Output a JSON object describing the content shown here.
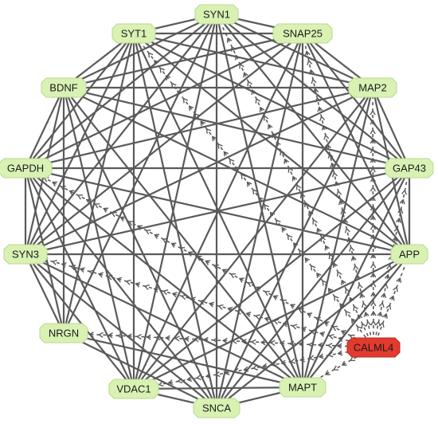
{
  "network": {
    "colors": {
      "background": "#ffffff",
      "node_fill": "#d9f2b4",
      "node_stroke": "#b7d98e",
      "highlight_fill": "#e23b2d",
      "highlight_stroke": "#b82a20",
      "edge": "#5a5a5a",
      "label": "#1a1a1a"
    },
    "nodes": [
      {
        "id": "syn1",
        "label": "SYN1"
      },
      {
        "id": "syt1",
        "label": "SYT1"
      },
      {
        "id": "snap25",
        "label": "SNAP25"
      },
      {
        "id": "bdnf",
        "label": "BDNF"
      },
      {
        "id": "map2",
        "label": "MAP2"
      },
      {
        "id": "gapdh",
        "label": "GAPDH"
      },
      {
        "id": "gap43",
        "label": "GAP43"
      },
      {
        "id": "syn3",
        "label": "SYN3"
      },
      {
        "id": "app",
        "label": "APP"
      },
      {
        "id": "nrgn",
        "label": "NRGN"
      },
      {
        "id": "calml4",
        "label": "CALML4",
        "highlight": true
      },
      {
        "id": "vdac1",
        "label": "VDAC1"
      },
      {
        "id": "mapt",
        "label": "MAPT"
      },
      {
        "id": "snca",
        "label": "SNCA"
      }
    ],
    "solid_edges": [
      [
        "syn1",
        "syt1"
      ],
      [
        "syn1",
        "snap25"
      ],
      [
        "syn1",
        "bdnf"
      ],
      [
        "syn1",
        "map2"
      ],
      [
        "syn1",
        "gapdh"
      ],
      [
        "syn1",
        "gap43"
      ],
      [
        "syn1",
        "syn3"
      ],
      [
        "syn1",
        "app"
      ],
      [
        "syn1",
        "nrgn"
      ],
      [
        "syn1",
        "vdac1"
      ],
      [
        "syn1",
        "mapt"
      ],
      [
        "syn1",
        "snca"
      ],
      [
        "syt1",
        "snap25"
      ],
      [
        "syt1",
        "bdnf"
      ],
      [
        "syt1",
        "map2"
      ],
      [
        "syt1",
        "gapdh"
      ],
      [
        "syt1",
        "gap43"
      ],
      [
        "syt1",
        "syn3"
      ],
      [
        "syt1",
        "app"
      ],
      [
        "syt1",
        "nrgn"
      ],
      [
        "syt1",
        "vdac1"
      ],
      [
        "syt1",
        "mapt"
      ],
      [
        "syt1",
        "snca"
      ],
      [
        "snap25",
        "bdnf"
      ],
      [
        "snap25",
        "map2"
      ],
      [
        "snap25",
        "gapdh"
      ],
      [
        "snap25",
        "gap43"
      ],
      [
        "snap25",
        "syn3"
      ],
      [
        "snap25",
        "app"
      ],
      [
        "snap25",
        "vdac1"
      ],
      [
        "snap25",
        "mapt"
      ],
      [
        "snap25",
        "snca"
      ],
      [
        "bdnf",
        "map2"
      ],
      [
        "bdnf",
        "gapdh"
      ],
      [
        "bdnf",
        "gap43"
      ],
      [
        "bdnf",
        "syn3"
      ],
      [
        "bdnf",
        "app"
      ],
      [
        "bdnf",
        "nrgn"
      ],
      [
        "bdnf",
        "vdac1"
      ],
      [
        "bdnf",
        "mapt"
      ],
      [
        "bdnf",
        "snca"
      ],
      [
        "map2",
        "gapdh"
      ],
      [
        "map2",
        "gap43"
      ],
      [
        "map2",
        "syn3"
      ],
      [
        "map2",
        "app"
      ],
      [
        "map2",
        "vdac1"
      ],
      [
        "map2",
        "mapt"
      ],
      [
        "map2",
        "snca"
      ],
      [
        "gapdh",
        "gap43"
      ],
      [
        "gapdh",
        "syn3"
      ],
      [
        "gapdh",
        "app"
      ],
      [
        "gapdh",
        "nrgn"
      ],
      [
        "gapdh",
        "vdac1"
      ],
      [
        "gapdh",
        "mapt"
      ],
      [
        "gapdh",
        "snca"
      ],
      [
        "gap43",
        "syn3"
      ],
      [
        "gap43",
        "app"
      ],
      [
        "gap43",
        "vdac1"
      ],
      [
        "gap43",
        "mapt"
      ],
      [
        "gap43",
        "snca"
      ],
      [
        "syn3",
        "app"
      ],
      [
        "syn3",
        "nrgn"
      ],
      [
        "syn3",
        "vdac1"
      ],
      [
        "syn3",
        "mapt"
      ],
      [
        "syn3",
        "snca"
      ],
      [
        "app",
        "vdac1"
      ],
      [
        "app",
        "mapt"
      ],
      [
        "app",
        "snca"
      ],
      [
        "nrgn",
        "mapt"
      ],
      [
        "nrgn",
        "snca"
      ],
      [
        "vdac1",
        "mapt"
      ],
      [
        "vdac1",
        "snca"
      ],
      [
        "mapt",
        "snca"
      ]
    ],
    "dashed_edges": [
      [
        "calml4",
        "syt1"
      ],
      [
        "calml4",
        "snap25"
      ],
      [
        "calml4",
        "syn1"
      ],
      [
        "calml4",
        "map2"
      ],
      [
        "calml4",
        "gap43"
      ],
      [
        "calml4",
        "gapdh"
      ],
      [
        "calml4",
        "syn3"
      ],
      [
        "calml4",
        "app"
      ],
      [
        "calml4",
        "nrgn"
      ],
      [
        "calml4",
        "vdac1"
      ],
      [
        "calml4",
        "mapt"
      ]
    ]
  }
}
